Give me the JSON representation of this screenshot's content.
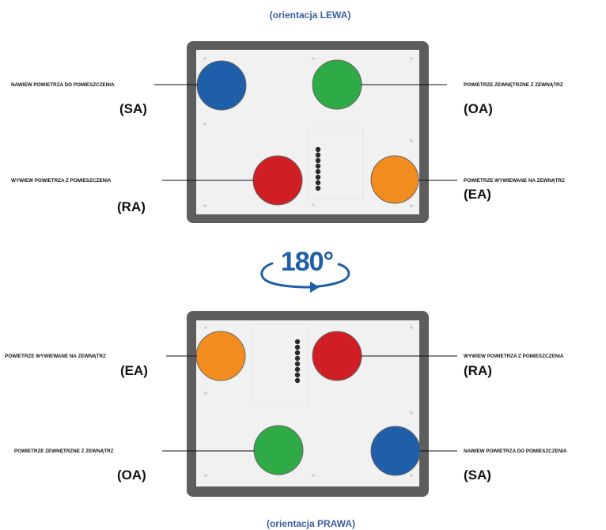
{
  "colors": {
    "caption": "#3a5fa0",
    "frame": "#5d5d5d",
    "panel": "#f1f1f1",
    "line": "#111111",
    "supply": "#1f5ea8",
    "outdoor": "#2eaa46",
    "return": "#cf1f25",
    "exhaust": "#f28c1e"
  },
  "diagram": {
    "title_top": "(orientacja LEWA)",
    "title_bottom": "(orientacja PRAWA)",
    "rotation_label": "180°",
    "top": {
      "sa_desc": "NAWIEW POWIETRZA DO POMIESZCZENIA",
      "sa_code": "(SA)",
      "oa_desc": "POWIETRZE ZEWNĘTRZNE Z ZEWNĄTRZ",
      "oa_code": "(OA)",
      "ra_desc": "WYWIEW POWIETRZA Z POMIESZCZENIA",
      "ra_code": "(RA)",
      "ea_desc": "POWIETRZE WYWIEWANE NA ZEWNĄTRZ",
      "ea_code": "(EA)"
    },
    "bottom": {
      "ea_desc": "POWIETRZE WYWIEWANE NA ZEWNĄTRZ",
      "ea_code": "(EA)",
      "ra_desc": "WYWIEW POWIETRZA Z POMIESZCZENIA",
      "ra_code": "(RA)",
      "oa_desc": "POWIETRZE ZEWNĘTRZNE Z ZEWNĄTRZ",
      "oa_code": "(OA)",
      "sa_desc": "NAWIEW POWIETRZA DO POMIESZCZENIA",
      "sa_code": "(SA)"
    }
  }
}
